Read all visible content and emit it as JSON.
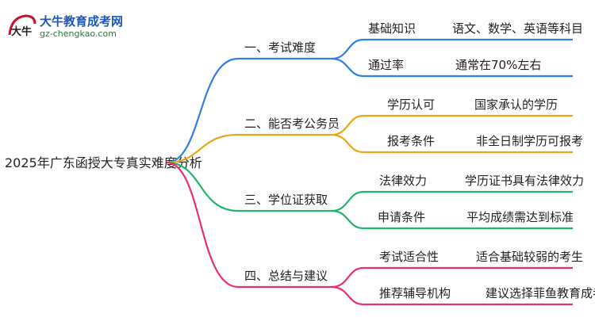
{
  "logo": {
    "name": "大牛教育成考网",
    "url": "gz-chengkao.com",
    "mark_glyph": "大牛"
  },
  "root": {
    "label": "2025年广东函授大专真实难度分析"
  },
  "branches": [
    {
      "label": "一、考试难度",
      "color": "#2f7fe6",
      "children": [
        {
          "label": "基础知识",
          "value": "语文、数学、英语等科目"
        },
        {
          "label": "通过率",
          "value": "通常在70%左右"
        }
      ]
    },
    {
      "label": "二、能否考公务员",
      "color": "#eaa614",
      "children": [
        {
          "label": "学历认可",
          "value": "国家承认的学历"
        },
        {
          "label": "报考条件",
          "value": "非全日制学历可报考"
        }
      ]
    },
    {
      "label": "三、学位证获取",
      "color": "#20b56a",
      "children": [
        {
          "label": "法律效力",
          "value": "学历证书具有法律效力"
        },
        {
          "label": "申请条件",
          "value": "平均成绩需达到标准"
        }
      ]
    },
    {
      "label": "四、总结与建议",
      "color": "#e8306f",
      "children": [
        {
          "label": "考试适合性",
          "value": "适合基础较弱的考生"
        },
        {
          "label": "推荐辅导机构",
          "value": "建议选择菲鱼教育成考"
        }
      ]
    }
  ]
}
